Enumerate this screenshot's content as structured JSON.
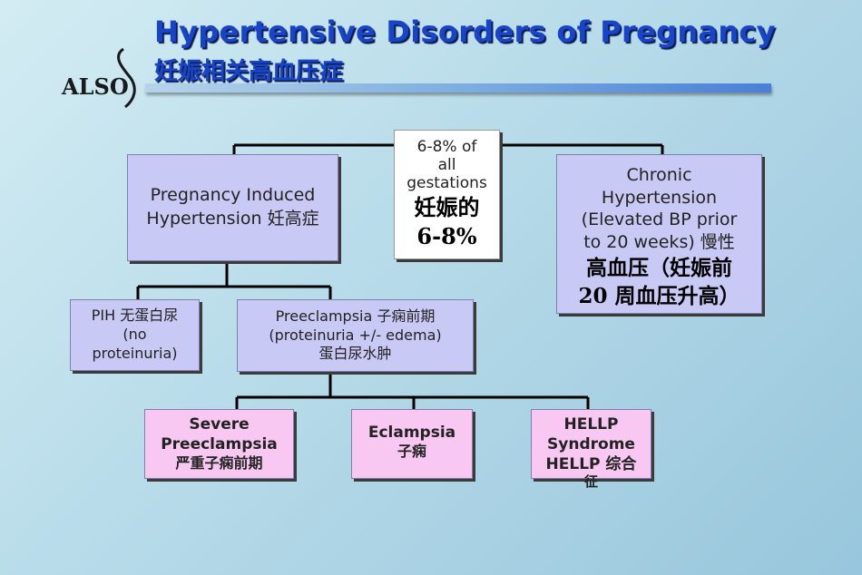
{
  "header": {
    "title": "Hypertensive Disorders of Pregnancy",
    "subtitle": "妊娠相关高血压症",
    "logo_text": "ALSO"
  },
  "top_node": {
    "line1": "6-8% of",
    "line2": "all",
    "line3": "gestations",
    "line4": "妊娠的",
    "line5": "6-8%"
  },
  "pih": {
    "line1": "Pregnancy Induced",
    "line2": "Hypertension 妊高症"
  },
  "chronic": {
    "line1": "Chronic",
    "line2": "Hypertension",
    "line3": "(Elevated BP prior",
    "line4": "to 20 weeks) 慢性",
    "line5": "高血压（妊娠前",
    "line6": "20 周血压升高）"
  },
  "pih_no_protein": {
    "line1": "PIH 无蛋白尿",
    "line2": "(no",
    "line3": "proteinuria)"
  },
  "preeclampsia": {
    "line1": "Preeclampsia  子痫前期",
    "line2": "(proteinuria +/- edema)",
    "line3": "蛋白尿水肿"
  },
  "severe": {
    "line1": "Severe",
    "line2": "Preeclampsia",
    "line3": "严重子痫前期"
  },
  "eclampsia": {
    "line1": "Eclampsia",
    "line2": "子痫"
  },
  "hellp": {
    "line1": "HELLP",
    "line2": "Syndrome",
    "line3": "HELLP 综合",
    "line4": "征"
  },
  "colors": {
    "title": "#1744c9",
    "lavender_box": "#c9c9f5",
    "pink_box": "#f9c8f2",
    "connector": "#000000"
  }
}
